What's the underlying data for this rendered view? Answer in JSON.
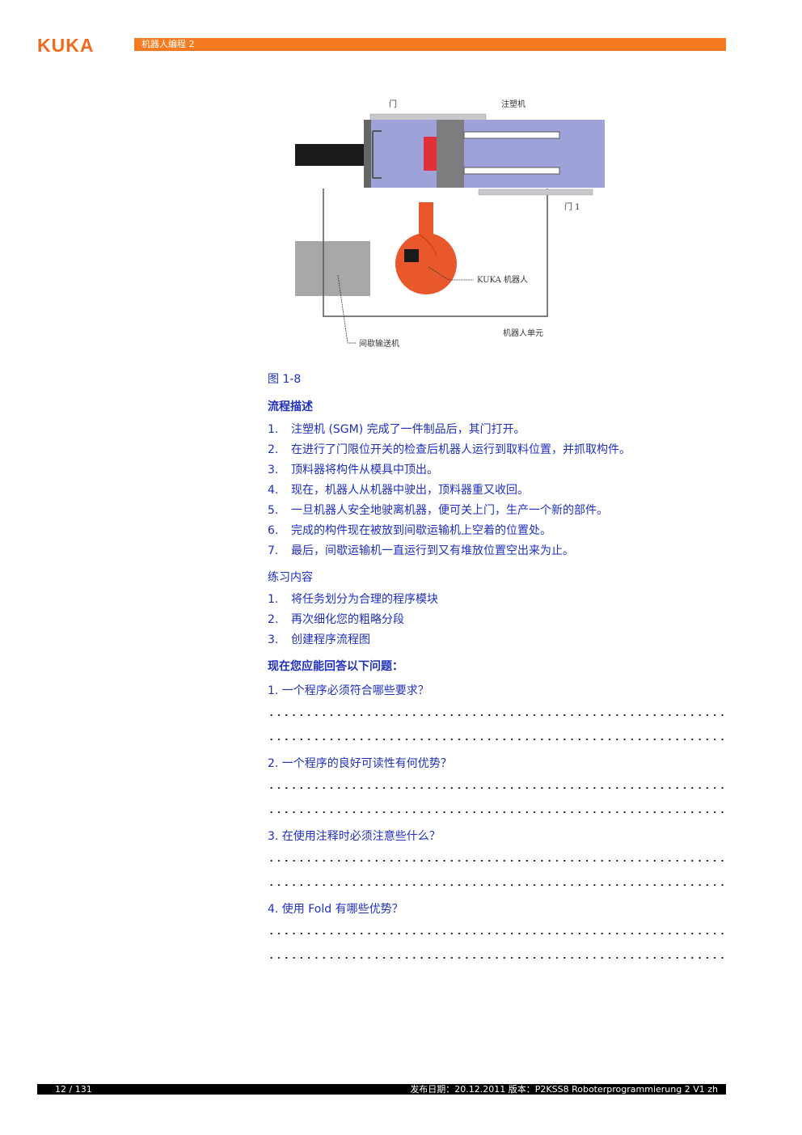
{
  "header": {
    "logo": "KUKA",
    "title": "机器人编程 2"
  },
  "figure": {
    "labels": {
      "door": "门",
      "injection_machine": "注塑机",
      "door1": "门 1",
      "kuka_robot": "KUKA 机器人",
      "robot_cell": "机器人单元",
      "conveyor": "间歇输送机"
    },
    "caption": "图  1-8"
  },
  "process": {
    "heading": "流程描述",
    "items": [
      {
        "num": "1.",
        "text": "注塑机 (SGM) 完成了一件制品后，其门打开。"
      },
      {
        "num": "2.",
        "text": "在进行了门限位开关的检查后机器人运行到取料位置，并抓取构件。"
      },
      {
        "num": "3.",
        "text": "顶料器将构件从模具中顶出。"
      },
      {
        "num": "4.",
        "text": "现在，机器人从机器中驶出，顶料器重又收回。"
      },
      {
        "num": "5.",
        "text": "一旦机器人安全地驶离机器，便可关上门，生产一个新的部件。"
      },
      {
        "num": "6.",
        "text": "完成的构件现在被放到间歇运输机上空着的位置处。"
      },
      {
        "num": "7.",
        "text": "最后，间歇运输机一直运行到又有堆放位置空出来为止。"
      }
    ]
  },
  "exercise": {
    "heading": "练习内容",
    "items": [
      {
        "num": "1.",
        "text": "将任务划分为合理的程序模块"
      },
      {
        "num": "2.",
        "text": "再次细化您的粗略分段"
      },
      {
        "num": "3.",
        "text": "创建程序流程图"
      }
    ]
  },
  "questions": {
    "heading": "现在您应能回答以下问题：",
    "items": [
      "1. 一个程序必须符合哪些要求？",
      "2. 一个程序的良好可读性有何优势？",
      "3. 在使用注释时必须注意些什么？",
      "4. 使用 Fold 有哪些优势？"
    ]
  },
  "footer": {
    "page": "12 / 131",
    "publication": "发布日期：20.12.2011 版本：P2KSS8 Roboterprogrammierung 2 V1 zh"
  },
  "colors": {
    "brand_orange": "#f47b20",
    "text_blue": "#1f2fbf",
    "machine_blue": "#9da3d9",
    "robot_orange": "#e8582b",
    "mold_red": "#e0303a"
  }
}
